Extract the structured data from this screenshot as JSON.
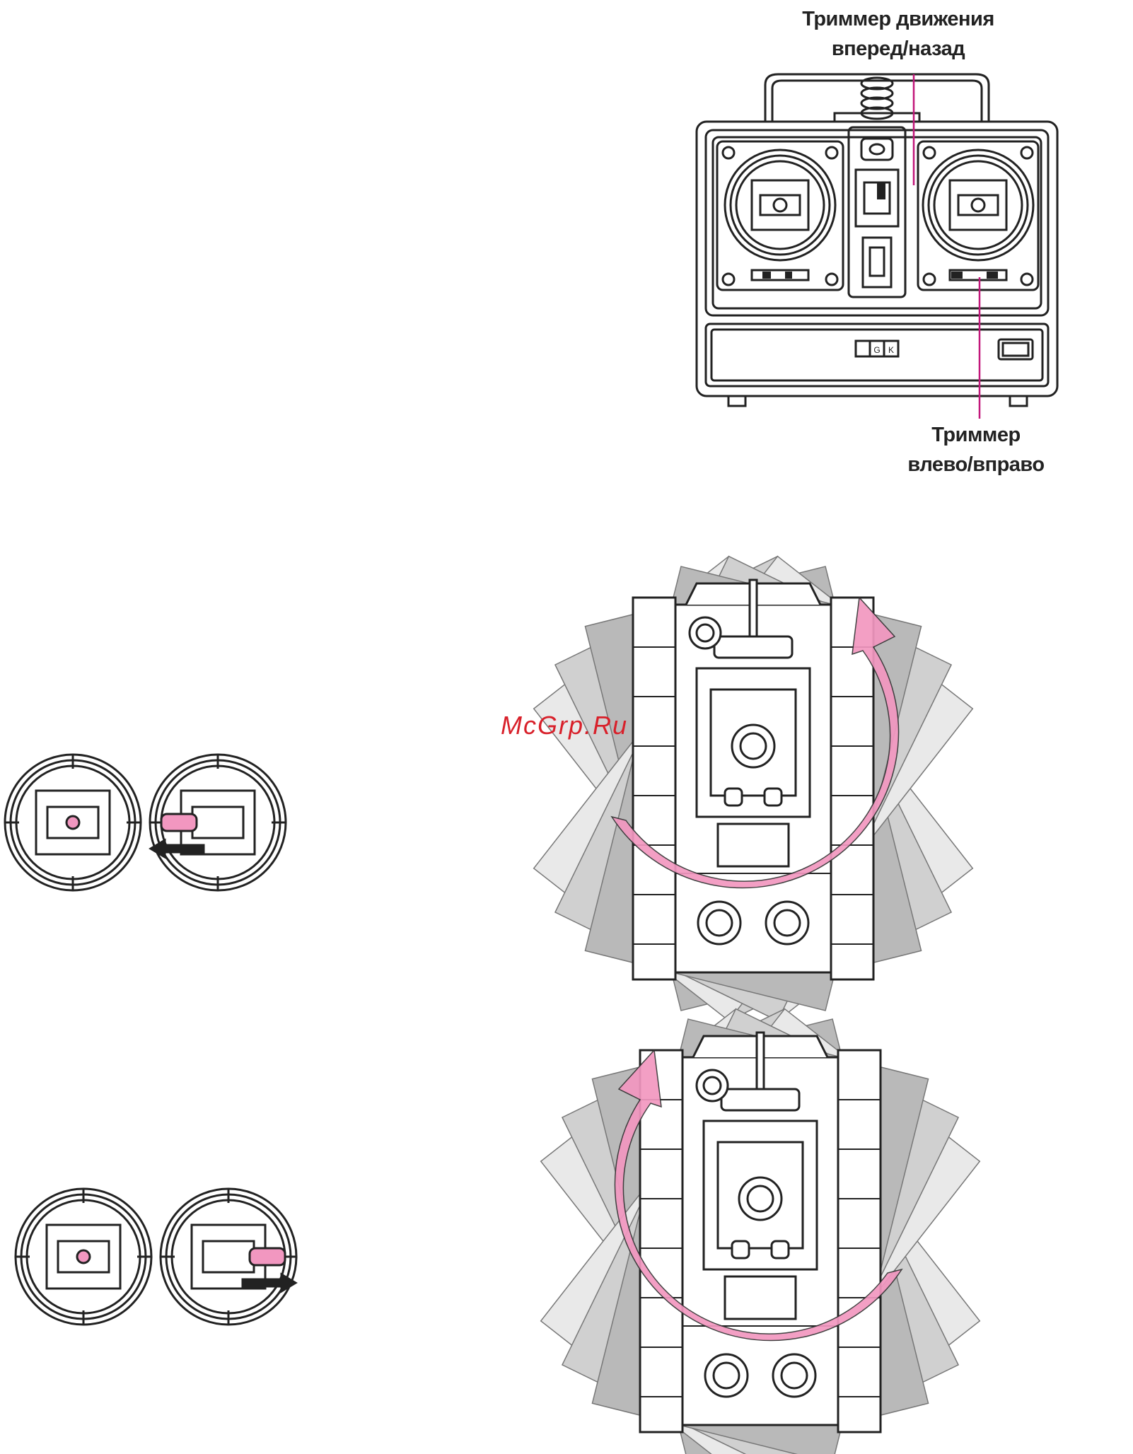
{
  "labels": {
    "fwd_trim_line1": "Триммер движения",
    "fwd_trim_line2": "вперед/назад",
    "lr_trim_line1": "Триммер",
    "lr_trim_line2": "влево/вправо"
  },
  "watermark": "McGrp.Ru",
  "colors": {
    "outline": "#222222",
    "accent_pink": "#f297c0",
    "callout_magenta": "#c2177a",
    "watermark_red": "#d8202a",
    "ghost_gray": "#b9b9b9"
  },
  "rotation_arrows": {
    "top_tank": "clockwise",
    "bottom_tank": "counter-clockwise"
  }
}
